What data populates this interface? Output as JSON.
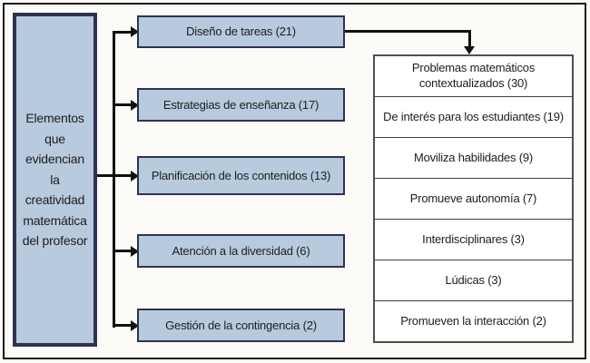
{
  "diagram": {
    "root": {
      "label": "Elementos que evidencian la creatividad matemática del profesor",
      "lines": [
        "Elementos",
        "que",
        "evidencian",
        "la",
        "creatividad",
        "matemática",
        "del profesor"
      ]
    },
    "categories": [
      {
        "label": "Diseño de tareas (21)",
        "name": "Diseño de tareas",
        "count": 21
      },
      {
        "label": "Estrategias de enseñanza (17)",
        "name": "Estrategias de enseñanza",
        "count": 17
      },
      {
        "label": "Planificación de los contenidos (13)",
        "name": "Planificación de los contenidos",
        "count": 13
      },
      {
        "label": "Atención a la diversidad (6)",
        "name": "Atención a la diversidad",
        "count": 6
      },
      {
        "label": "Gestión de la contingencia (2)",
        "name": "Gestión de la contingencia",
        "count": 2
      }
    ],
    "task_details": [
      {
        "label": "Problemas matemáticos contextualizados (30)",
        "name": "Problemas matemáticos contextualizados",
        "count": 30
      },
      {
        "label": "De interés para los estudiantes (19)",
        "name": "De interés para los estudiantes",
        "count": 19
      },
      {
        "label": "Moviliza habilidades (9)",
        "name": "Moviliza habilidades",
        "count": 9
      },
      {
        "label": "Promueve autonomía (7)",
        "name": "Promueve autonomía",
        "count": 7
      },
      {
        "label": "Interdisciplinares (3)",
        "name": "Interdisciplinares",
        "count": 3
      },
      {
        "label": "Lúdicas (3)",
        "name": "Lúdicas",
        "count": 3
      },
      {
        "label": "Promueven la interacción (2)",
        "name": "Promueven la interacción",
        "count": 2
      }
    ],
    "colors": {
      "node_fill": "#b7cade",
      "node_border": "#2e3252",
      "connector": "#111111",
      "detail_border": "#4f4f4f",
      "frame_border": "#1b1b1b",
      "background": "#fcfbf8"
    }
  }
}
